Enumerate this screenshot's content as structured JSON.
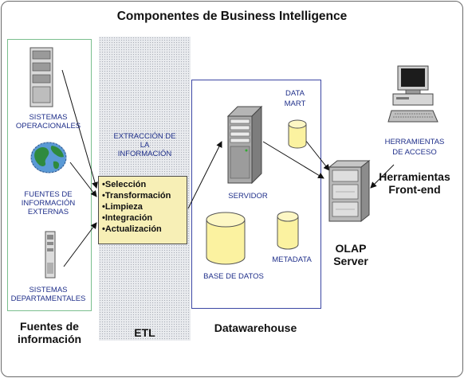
{
  "title": "Componentes de Business Intelligence",
  "sources": {
    "operacionales": [
      "SISTEMAS",
      "OPERACIONALES"
    ],
    "externas": [
      "FUENTES DE",
      "INFORMACIÓN",
      "EXTERNAS"
    ],
    "departamentales": [
      "SISTEMAS",
      "DEPARTAMENTALES"
    ],
    "label": [
      "Fuentes de",
      "información"
    ]
  },
  "etl": {
    "extraccion": [
      "EXTRACCIÓN DE",
      "LA",
      "INFORMACIÓN"
    ],
    "steps": [
      "•Selección",
      "•Transformación",
      "•Limpieza",
      "•Integración",
      "•Actualización"
    ],
    "label": "ETL"
  },
  "datawarehouse": {
    "data_mart": [
      "DATA",
      "MART"
    ],
    "servidor": "SERVIDOR",
    "base_de_datos": "BASE DE DATOS",
    "metadata": "METADATA",
    "label": "Datawarehouse"
  },
  "olap": [
    "OLAP",
    "Server"
  ],
  "frontend": {
    "herramientas_acceso": [
      "HERRAMIENTAS",
      "DE ACCESO"
    ],
    "label": [
      "Herramientas",
      "Front-end"
    ]
  },
  "colors": {
    "label_blue": "#1f2f8a",
    "source_border": "#7bbf8e",
    "dw_border": "#3b46a3",
    "etl_box": "#f7efb6",
    "cylinder": "#fbf2a0"
  }
}
